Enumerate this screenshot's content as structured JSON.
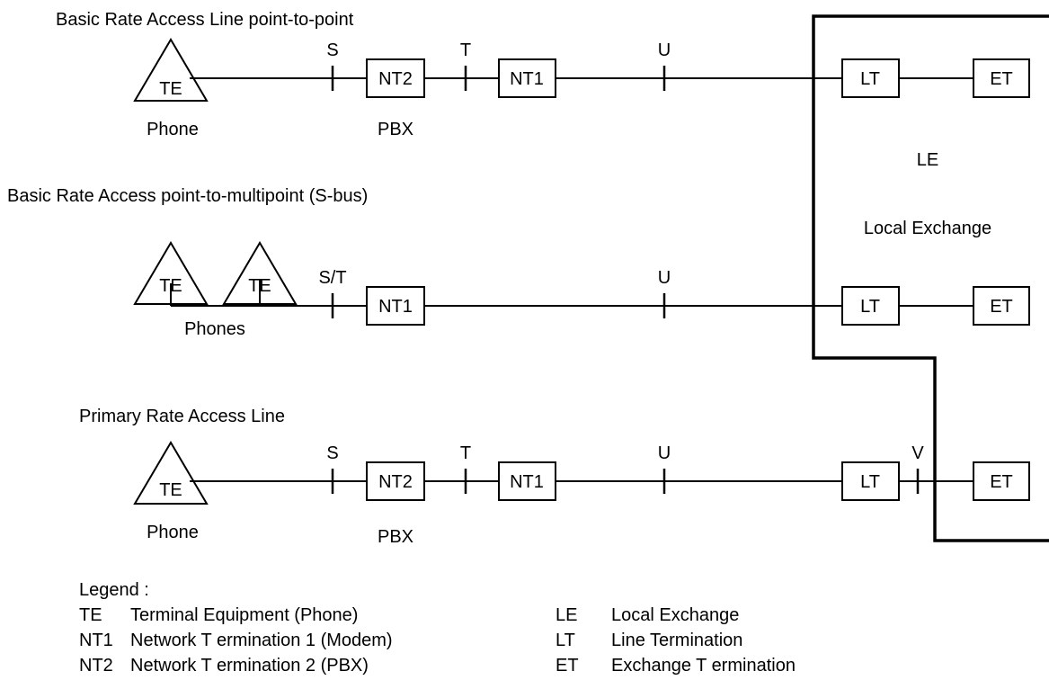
{
  "sections": {
    "bra_ptp": {
      "title": "Basic Rate Access Line point-to-point"
    },
    "bra_multi": {
      "title": "Basic Rate Access point-to-multipoint (S-bus)"
    },
    "pra": {
      "title": "Primary Rate Access Line"
    }
  },
  "labels": {
    "te": "TE",
    "nt1": "NT1",
    "nt2": "NT2",
    "lt": "LT",
    "et": "ET",
    "ref_s": "S",
    "ref_t": "T",
    "ref_u": "U",
    "ref_st": "S/T",
    "ref_v": "V",
    "phone": "Phone",
    "phones": "Phones",
    "pbx": "PBX",
    "le": "LE",
    "local_exchange": "Local Exchange"
  },
  "legend": {
    "title": "Legend :",
    "items": [
      {
        "abbr": "TE",
        "desc": "Terminal Equipment (Phone)"
      },
      {
        "abbr": "NT1",
        "desc": "Network T ermination 1 (Modem)"
      },
      {
        "abbr": "NT2",
        "desc": "Network T ermination 2 (PBX)"
      },
      {
        "abbr": "LE",
        "desc": "Local Exchange"
      },
      {
        "abbr": "LT",
        "desc": "Line Termination"
      },
      {
        "abbr": "ET",
        "desc": "Exchange T ermination"
      }
    ]
  }
}
